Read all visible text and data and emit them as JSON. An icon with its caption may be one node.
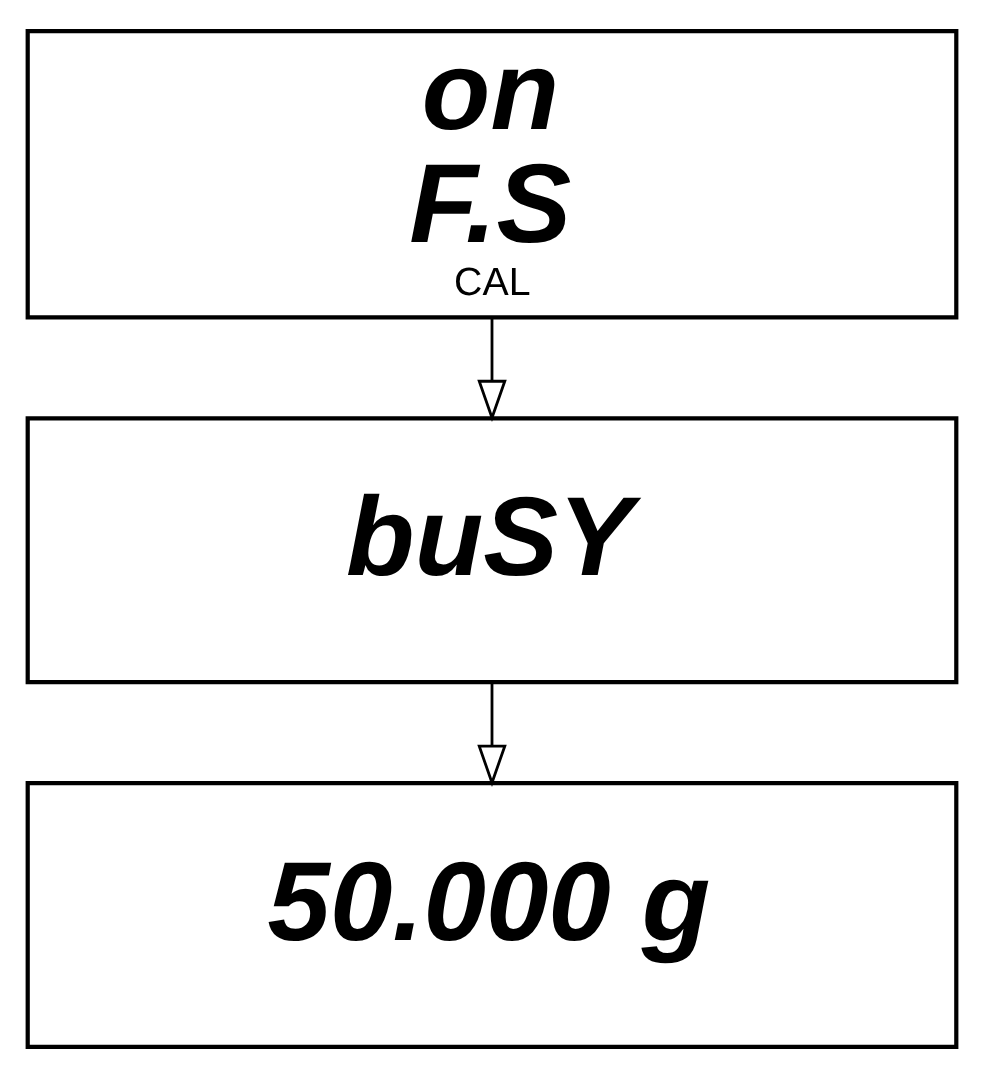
{
  "diagram": {
    "nodes": [
      {
        "text": [
          "on",
          "F.S",
          "CAL"
        ]
      },
      {
        "text": [
          "buSY"
        ]
      },
      {
        "text": [
          "50.000 g"
        ]
      }
    ],
    "edges": [
      {
        "from": 0,
        "to": 1,
        "arrow": "to"
      },
      {
        "from": 1,
        "to": 2,
        "arrow": "to"
      }
    ]
  }
}
